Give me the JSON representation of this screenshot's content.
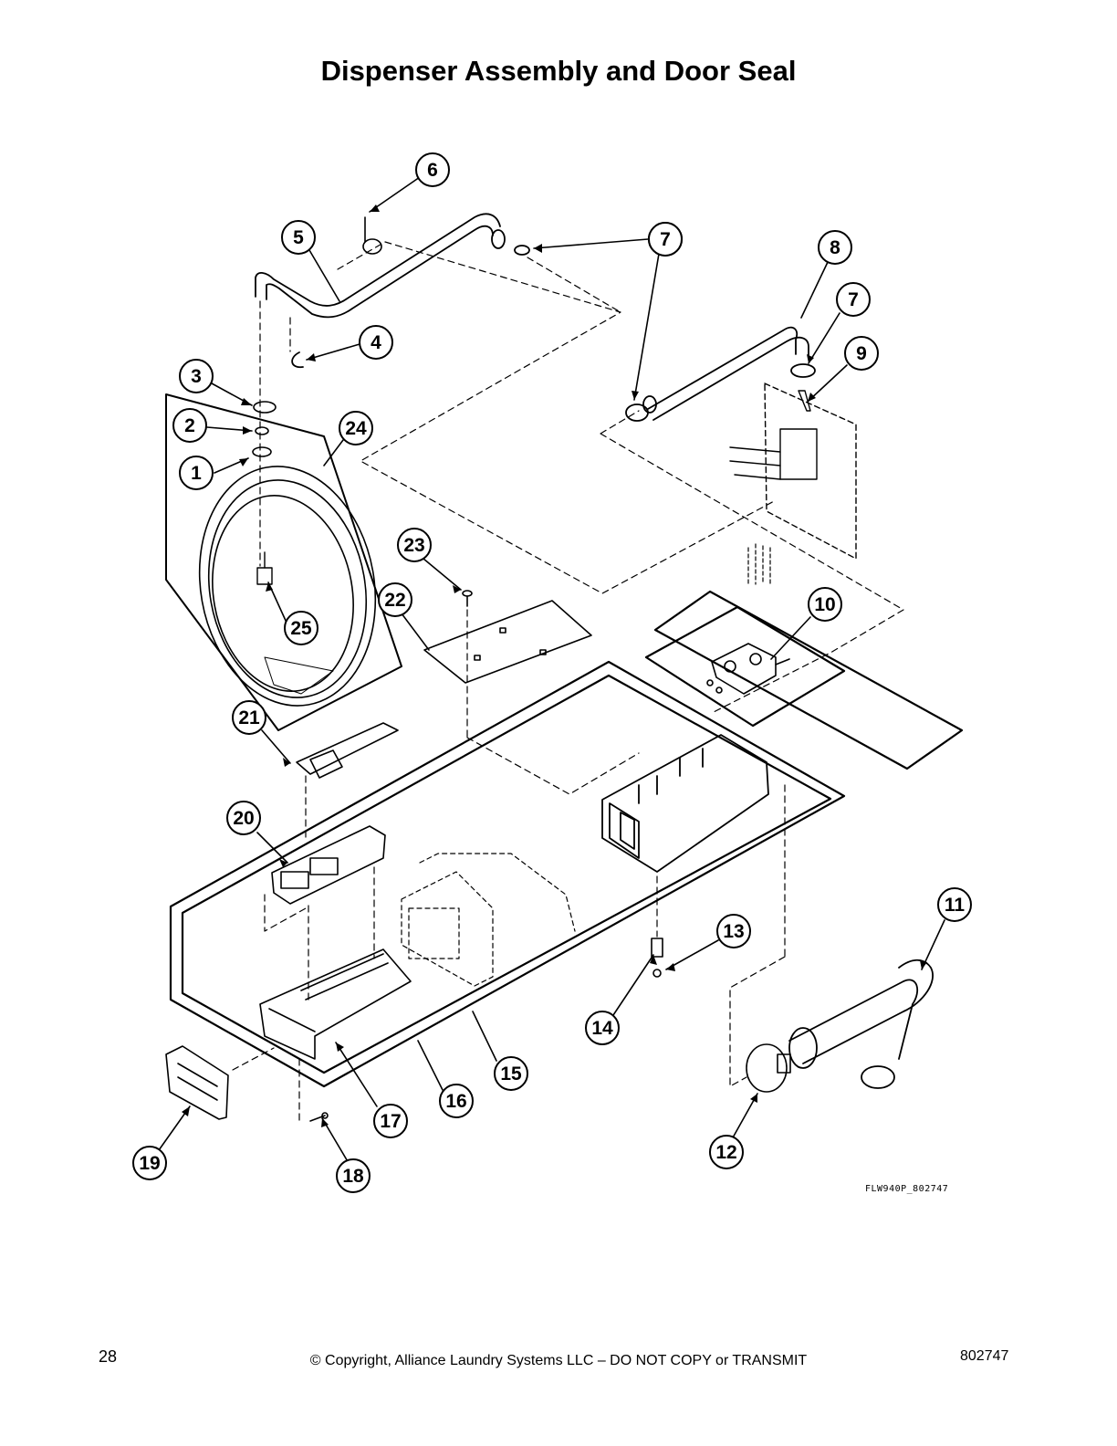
{
  "title": "Dispenser Assembly and Door Seal",
  "figure_code": "FLW940P_802747",
  "footer": {
    "page_number": "28",
    "copyright": "© Copyright, Alliance Laundry Systems LLC – DO NOT COPY or TRANSMIT",
    "doc_number": "802747"
  },
  "callouts": [
    "1",
    "2",
    "3",
    "4",
    "5",
    "6",
    "7",
    "7",
    "8",
    "7",
    "9",
    "10",
    "11",
    "12",
    "13",
    "14",
    "15",
    "16",
    "17",
    "18",
    "19",
    "20",
    "21",
    "22",
    "23",
    "24",
    "25"
  ]
}
